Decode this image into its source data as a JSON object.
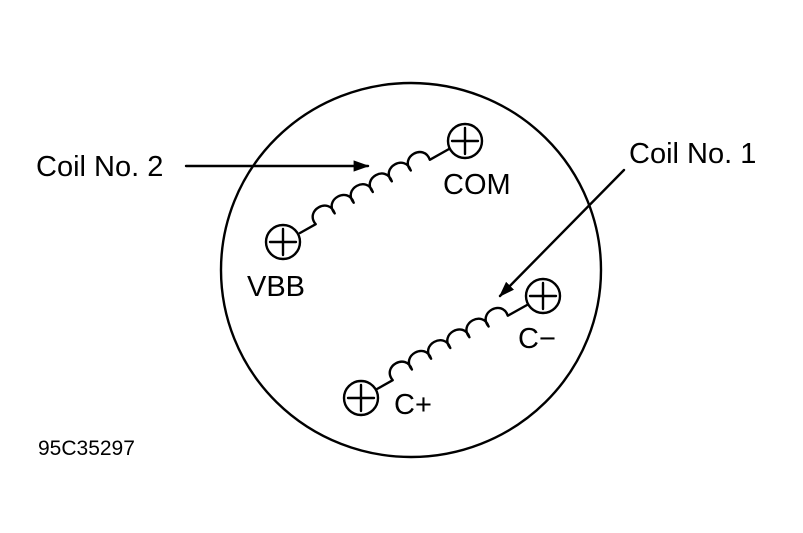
{
  "labels": {
    "coil2": "Coil No. 2",
    "coil1": "Coil No. 1",
    "com": "COM",
    "vbb": "VBB",
    "c_minus": "C−",
    "c_plus": "C+",
    "figure_code": "95C35297"
  },
  "colors": {
    "ink": "#000000",
    "background": "#ffffff"
  }
}
